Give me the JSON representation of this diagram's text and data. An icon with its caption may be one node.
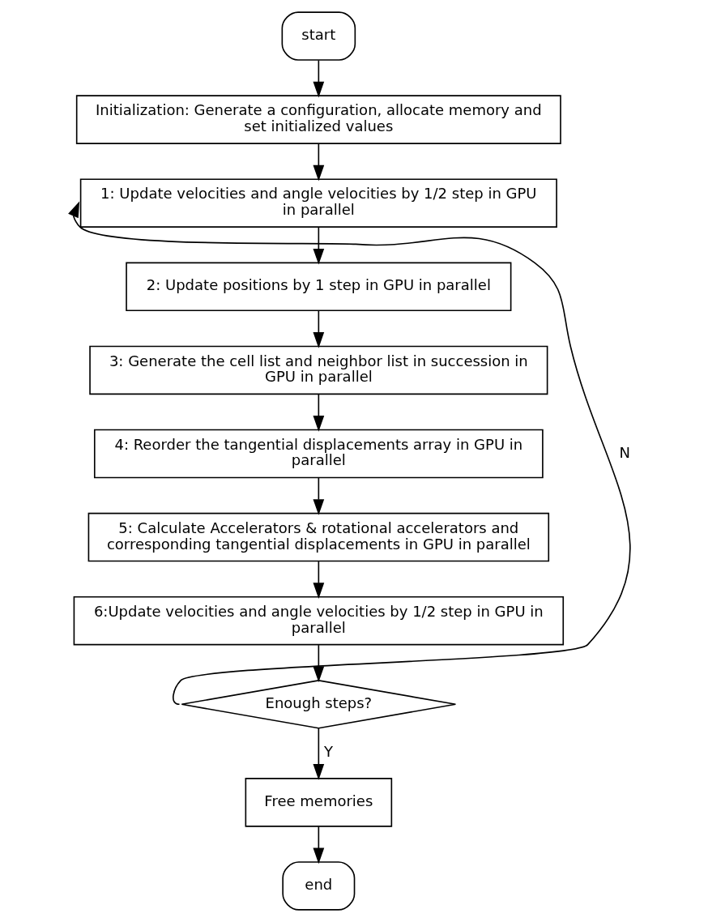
{
  "diagram": {
    "nodes": [
      {
        "text": [
          "start"
        ]
      },
      {
        "text": [
          "Initialization: Generate a configuration, allocate memory and set initialized values"
        ]
      },
      {
        "text": [
          "1: Update velocities and angle velocities by 1/2 step in GPU in parallel"
        ]
      },
      {
        "text": [
          "2: Update positions by 1 step in GPU in parallel"
        ]
      },
      {
        "text": [
          "3: Generate the cell list and neighbor list in succession in GPU in parallel"
        ]
      },
      {
        "text": [
          "4: Reorder the tangential displacements array in GPU in parallel"
        ]
      },
      {
        "text": [
          "5: Calculate Accelerators & rotational accelerators and corresponding tangential displacements in GPU in parallel"
        ]
      },
      {
        "text": [
          "6:Update velocities and angle velocities by 1/2 step in GPU in parallel"
        ]
      },
      {
        "text": [
          "Enough steps?"
        ]
      },
      {
        "text": [
          "Free memories"
        ]
      },
      {
        "text": [
          "end"
        ]
      }
    ],
    "edges": [
      {
        "from": 0,
        "to": 1,
        "arrow": "to"
      },
      {
        "from": 1,
        "to": 2,
        "arrow": "to"
      },
      {
        "from": 2,
        "to": 3,
        "arrow": "to"
      },
      {
        "from": 3,
        "to": 4,
        "arrow": "to"
      },
      {
        "from": 4,
        "to": 5,
        "arrow": "to"
      },
      {
        "from": 5,
        "to": 6,
        "arrow": "to"
      },
      {
        "from": 6,
        "to": 7,
        "arrow": "to"
      },
      {
        "from": 7,
        "to": 8,
        "arrow": "to"
      },
      {
        "from": 8,
        "to": 2,
        "arrow": "to",
        "label": "N"
      },
      {
        "from": 8,
        "to": 9,
        "arrow": "to",
        "label": "Y"
      },
      {
        "from": 9,
        "to": 10,
        "arrow": "to"
      }
    ]
  }
}
